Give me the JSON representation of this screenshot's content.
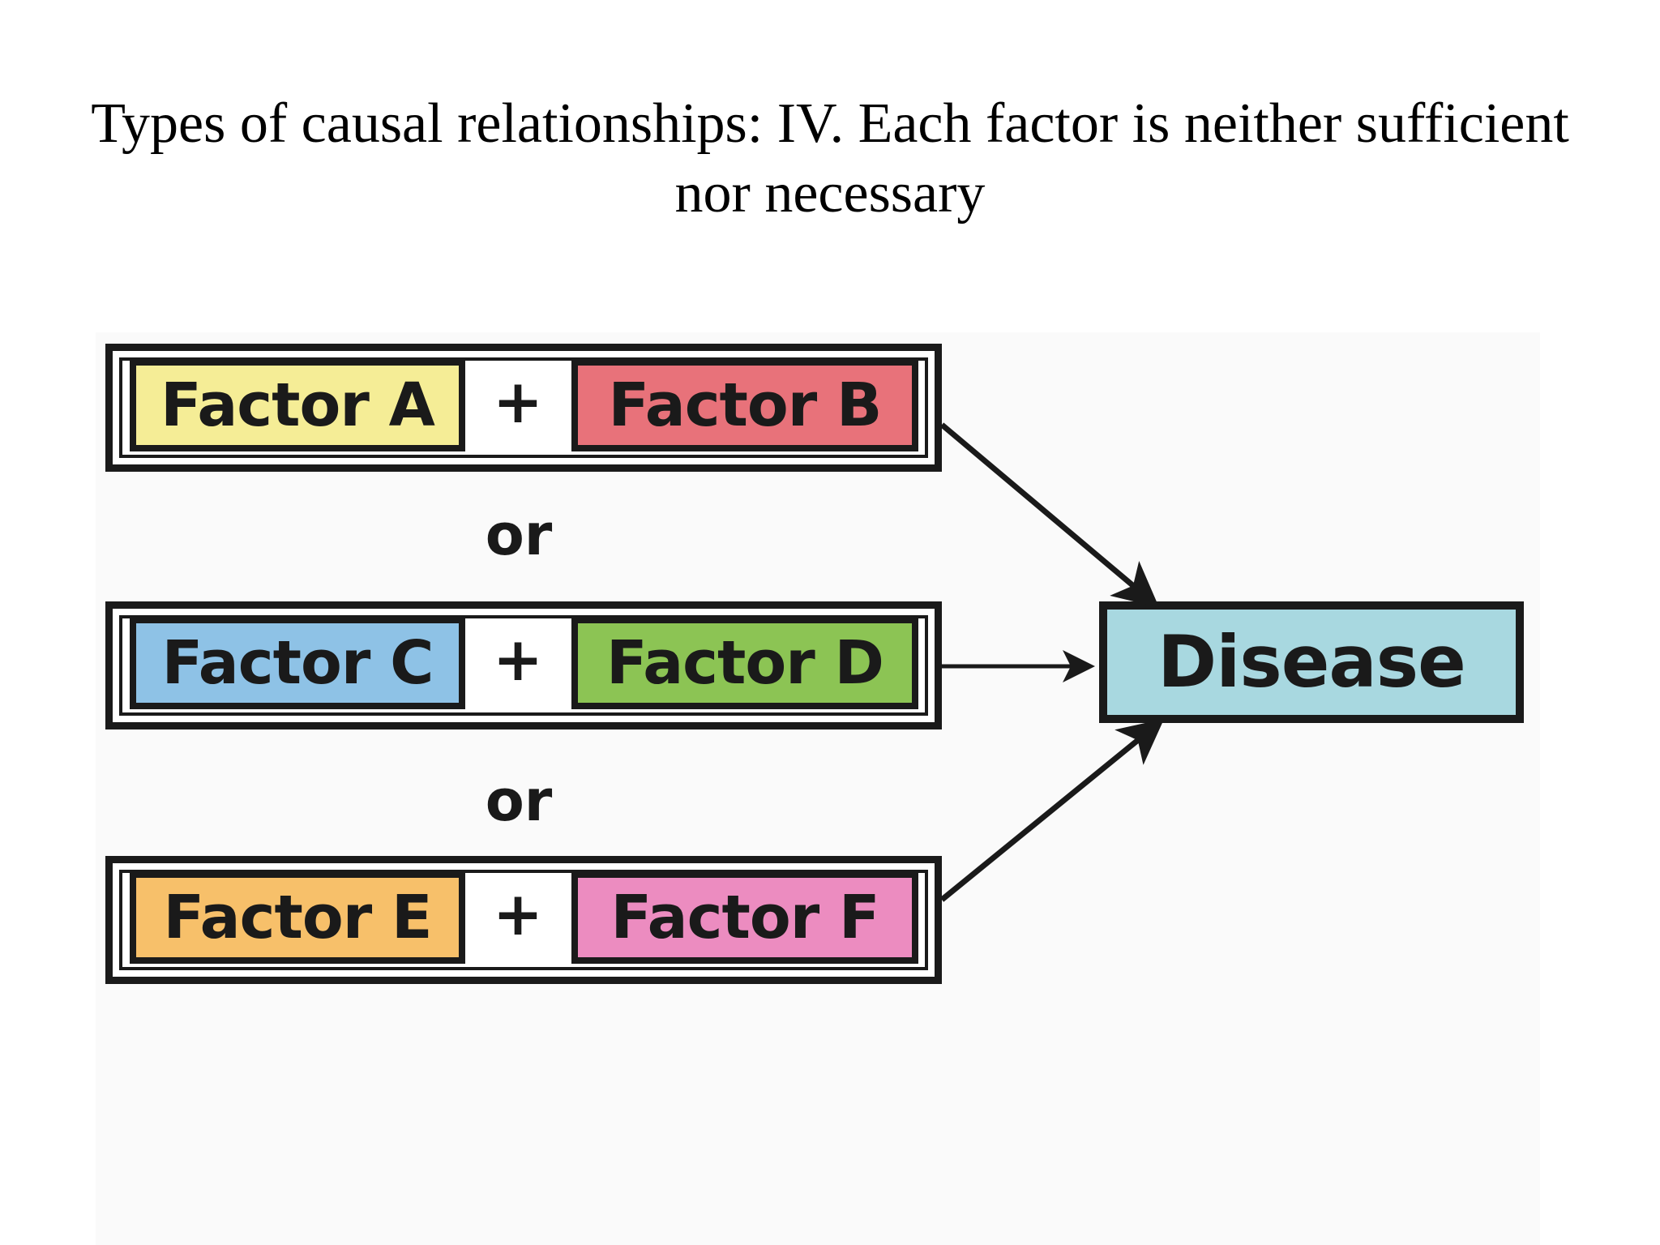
{
  "slide": {
    "title": "Types of causal relationships: IV. Each factor is neither sufficient nor necessary"
  },
  "diagram": {
    "groups": [
      {
        "left": {
          "label": "Factor A",
          "color": "#f5ed96"
        },
        "plus": "+",
        "right": {
          "label": "Factor B",
          "color": "#e8727a"
        }
      },
      {
        "left": {
          "label": "Factor C",
          "color": "#8ec2e6"
        },
        "plus": "+",
        "right": {
          "label": "Factor D",
          "color": "#8cc454"
        }
      },
      {
        "left": {
          "label": "Factor E",
          "color": "#f7c06a"
        },
        "plus": "+",
        "right": {
          "label": "Factor F",
          "color": "#ec8cc0"
        }
      }
    ],
    "connectors": [
      "or",
      "or"
    ],
    "outcome": {
      "label": "Disease",
      "color": "#a8d8e0"
    }
  }
}
